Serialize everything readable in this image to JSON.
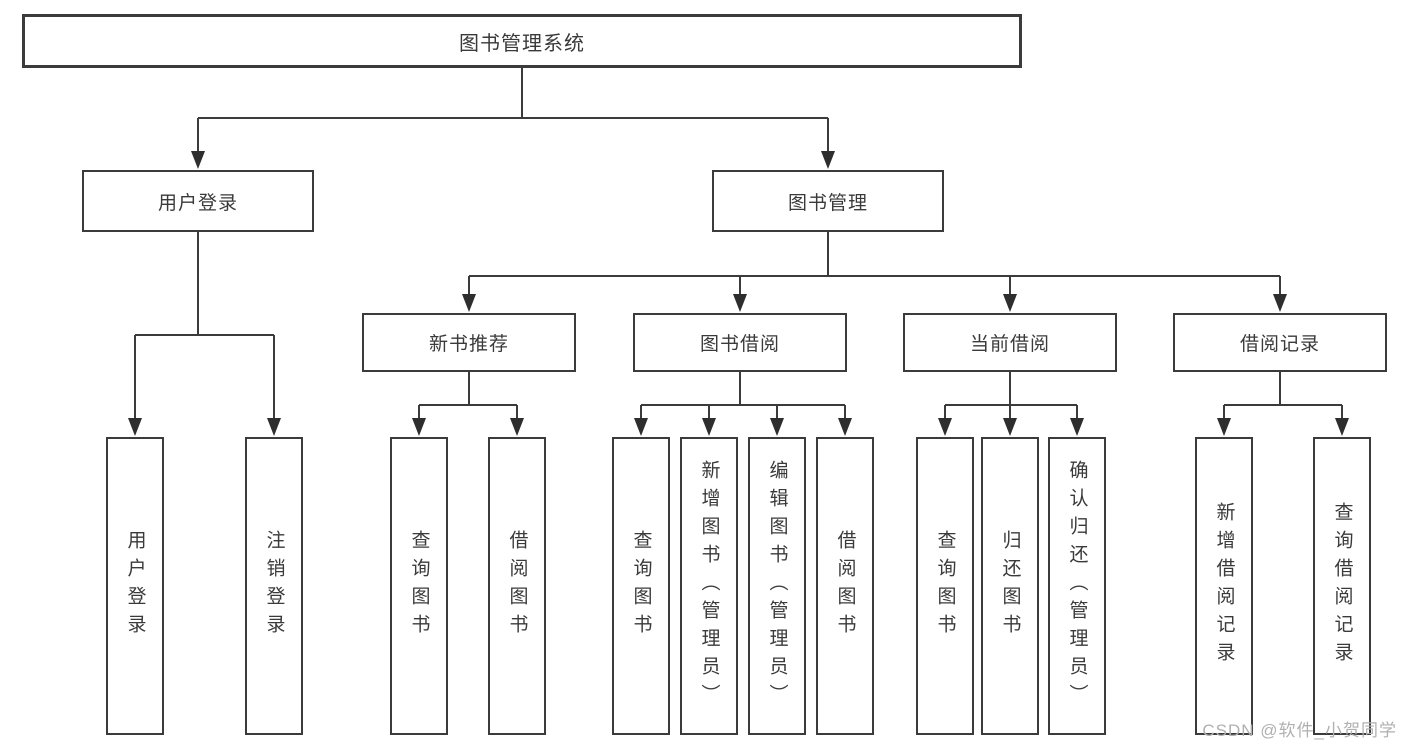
{
  "tree": {
    "root": {
      "label": "图书管理系统",
      "children": [
        {
          "label": "用户登录",
          "children": [
            {
              "label": "用户登录"
            },
            {
              "label": "注销登录"
            }
          ]
        },
        {
          "label": "图书管理",
          "children": [
            {
              "label": "新书推荐",
              "children": [
                {
                  "label": "查询图书"
                },
                {
                  "label": "借阅图书"
                }
              ]
            },
            {
              "label": "图书借阅",
              "children": [
                {
                  "label": "查询图书"
                },
                {
                  "label": "新增图书（管理员）"
                },
                {
                  "label": "编辑图书（管理员）"
                },
                {
                  "label": "借阅图书"
                }
              ]
            },
            {
              "label": "当前借阅",
              "children": [
                {
                  "label": "查询图书"
                },
                {
                  "label": "归还图书"
                },
                {
                  "label": "确认归还（管理员）"
                }
              ]
            },
            {
              "label": "借阅记录",
              "children": [
                {
                  "label": "新增借阅记录"
                },
                {
                  "label": "查询借阅记录"
                }
              ]
            }
          ]
        }
      ]
    }
  },
  "watermark": {
    "text": "CSDN @软件_小贺同学"
  },
  "colors": {
    "line": "#3b3b3b",
    "arrow": "#2e2e2e",
    "box_border": "#3b3b3b",
    "box_fill": "#ffffff",
    "text": "#3a3a3a",
    "watermark": "#b0b0b0",
    "background": "#ffffff"
  }
}
